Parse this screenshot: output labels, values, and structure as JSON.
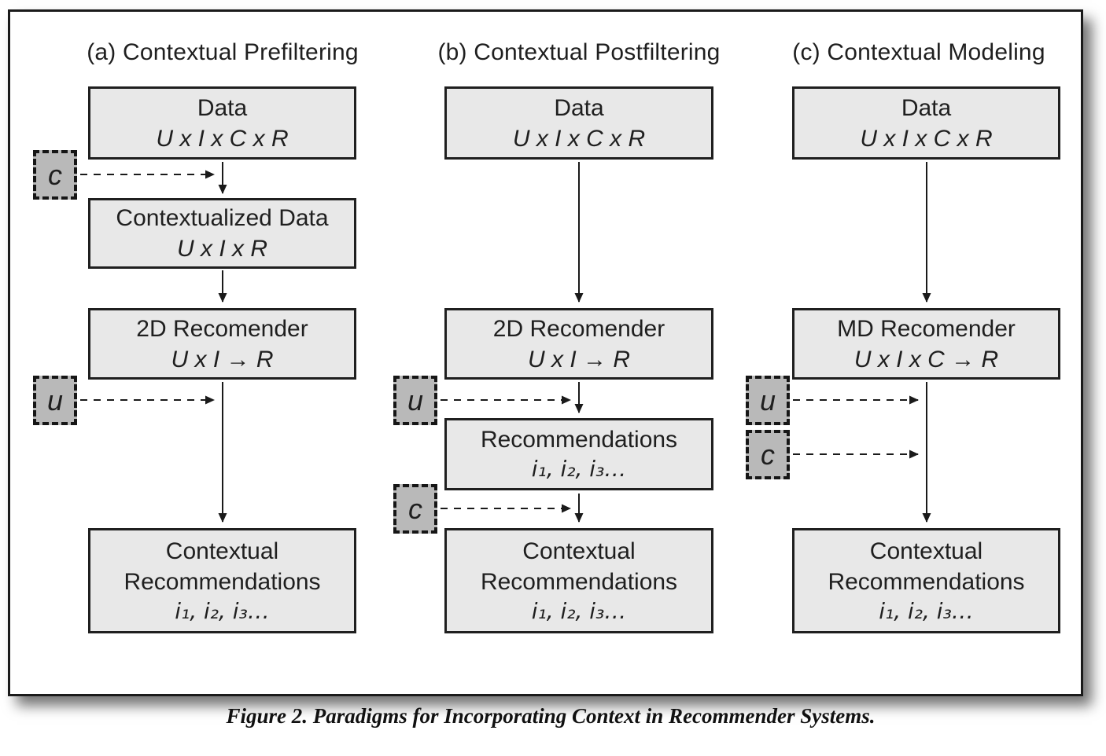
{
  "caption": "Figure 2. Paradigms for Incorporating Context in Recommender Systems.",
  "colors": {
    "box_fill": "#e8e8e8",
    "context_box_fill": "#b9b9b9",
    "line_and_border": "#1a1a1a",
    "background": "#ffffff"
  },
  "columns": [
    {
      "title": "(a) Contextual Prefiltering",
      "boxes": {
        "data": {
          "title": "Data",
          "formula": "U x I x C x R"
        },
        "contextualized_data": {
          "title": "Contextualized Data",
          "formula": "U x I x R"
        },
        "recommender": {
          "title": "2D Recomender",
          "formula": "U x I → R"
        },
        "contextual_recommendations": {
          "line1": "Contextual",
          "line2": "Recommendations",
          "items": "i₁, i₂, i₃…"
        }
      },
      "context_inputs": {
        "c": "c",
        "u": "u"
      }
    },
    {
      "title": "(b) Contextual Postfiltering",
      "boxes": {
        "data": {
          "title": "Data",
          "formula": "U x I x C x R"
        },
        "recommender": {
          "title": "2D Recomender",
          "formula": "U x I → R"
        },
        "recommendations": {
          "title": "Recommendations",
          "items": "i₁, i₂, i₃…"
        },
        "contextual_recommendations": {
          "line1": "Contextual",
          "line2": "Recommendations",
          "items": "i₁, i₂, i₃…"
        }
      },
      "context_inputs": {
        "u": "u",
        "c": "c"
      }
    },
    {
      "title": "(c) Contextual Modeling",
      "boxes": {
        "data": {
          "title": "Data",
          "formula": "U x I x C x R"
        },
        "recommender": {
          "title": "MD Recomender",
          "formula": "U x I x C → R"
        },
        "contextual_recommendations": {
          "line1": "Contextual",
          "line2": "Recommendations",
          "items": "i₁, i₂, i₃…"
        }
      },
      "context_inputs": {
        "u": "u",
        "c": "c"
      }
    }
  ]
}
